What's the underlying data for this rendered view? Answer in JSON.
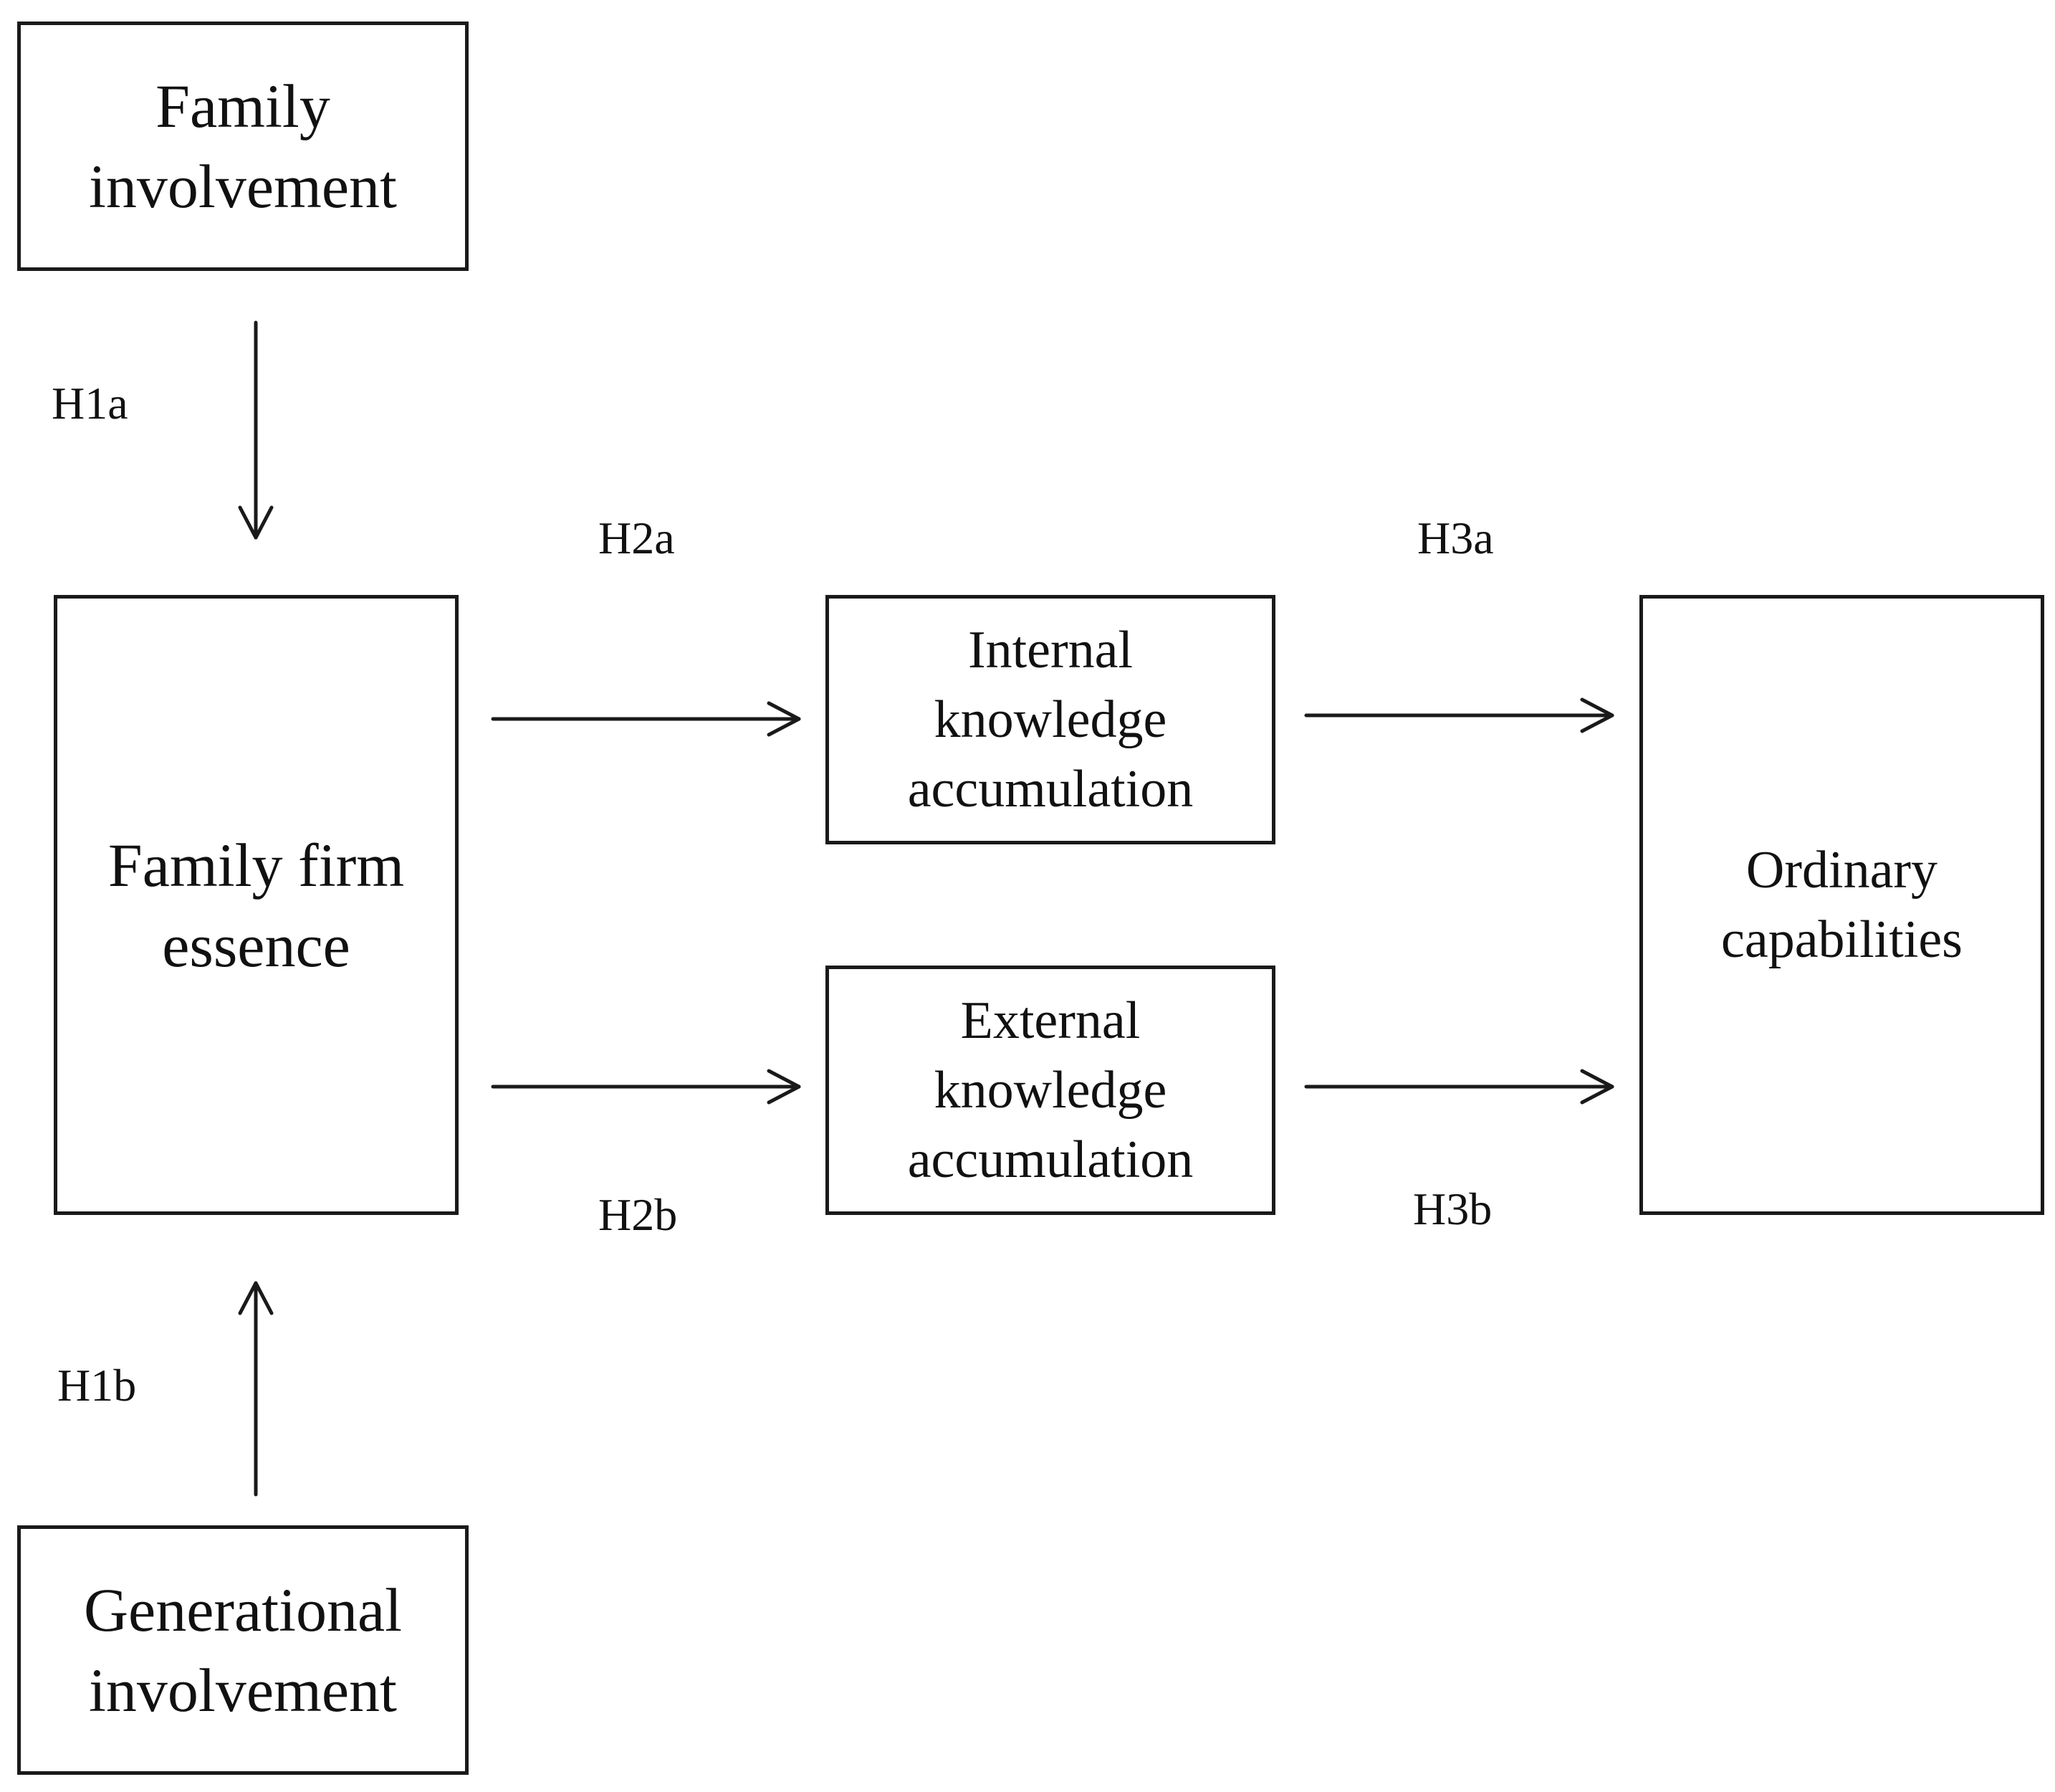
{
  "nodes": {
    "family_involvement": "Family\ninvolvement",
    "generational_involvement": "Generational\ninvolvement",
    "family_firm_essence": "Family  firm\nessence",
    "internal_knowledge": "Internal\nknowledge\naccumulation",
    "external_knowledge": "External\nknowledge\naccumulation",
    "ordinary_capabilities": "Ordinary\ncapabilities"
  },
  "hypotheses": {
    "h1a": "H1a",
    "h1b": "H1b",
    "h2a": "H2a",
    "h2b": "H2b",
    "h3a": "H3a",
    "h3b": "H3b"
  },
  "colors": {
    "line": "#1a1a1a",
    "background": "#ffffff"
  }
}
